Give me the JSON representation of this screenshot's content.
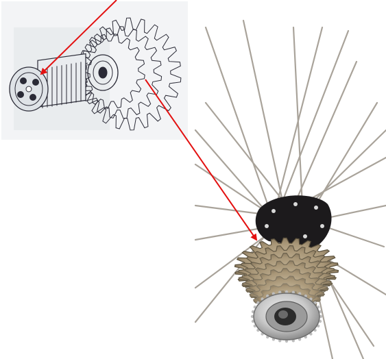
{
  "figure": {
    "panels": [
      "exploded-line-drawing",
      "wheel-photo"
    ],
    "drawing": {
      "subject": "freehub-body-and-cassette-sprockets",
      "style": "line-art-scan"
    },
    "photo": {
      "subject": "rear-hub-with-cassette-and-spokes"
    }
  },
  "callouts": [
    {
      "name": "arrow-to-freehub-body",
      "target": "freehub-body"
    },
    {
      "name": "arrow-to-cassette",
      "target": "cassette-in-photo"
    }
  ],
  "colors": {
    "arrow": "#e31010",
    "page": "#ffffff",
    "drawing_bg": "#f3f4f6",
    "ink": "#2a2a36",
    "spoke": "#a9a39a",
    "hub_shell": "#1c1a1c",
    "sprocket": "#b9ab93",
    "lockring": "#dcdcdc"
  },
  "icons": [
    "arrowhead-icon"
  ]
}
